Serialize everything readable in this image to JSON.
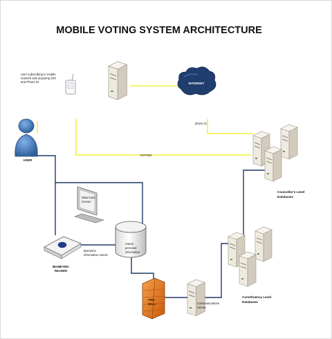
{
  "title": "MOBILE VOTING SYSTEM ARCHITECTURE",
  "labels": {
    "subscribe_line1": "User subscribing to mobile",
    "subscribe_line2": "network and acquiring SIM",
    "subscribe_line3": "and Phone ID",
    "internet": "INTERNET",
    "phone_id": "phone id",
    "voting": "VOTING",
    "user": "USER",
    "data_input_line1": "Data input",
    "data_input_line2": "Screen",
    "councillor_line1": "Councillor's Level",
    "councillor_line2": "Databases",
    "biometric_info_line1": "Biometric",
    "biometric_info_line2": "information stored",
    "voters_line1": "Voters",
    "voters_line2": "personal",
    "voters_line3": "information",
    "biometric_reader_line1": "BIOMETRIC",
    "biometric_reader_line2": "READER",
    "firewall_line1": "FIRE",
    "firewall_line2": "WALL",
    "comm_server_line1": "Communications",
    "comm_server_line2": "Server",
    "constituency_line1": "Constituency Level",
    "constituency_line2": "Databases"
  },
  "colors": {
    "yellow_link": "#f2ef3a",
    "dark_link": "#1f3864",
    "cloud": "#1f3e6e",
    "user": "#3e77b8",
    "firewall": "#e2781d",
    "server_body": "#efeae0",
    "server_side": "#d3ccbe"
  }
}
